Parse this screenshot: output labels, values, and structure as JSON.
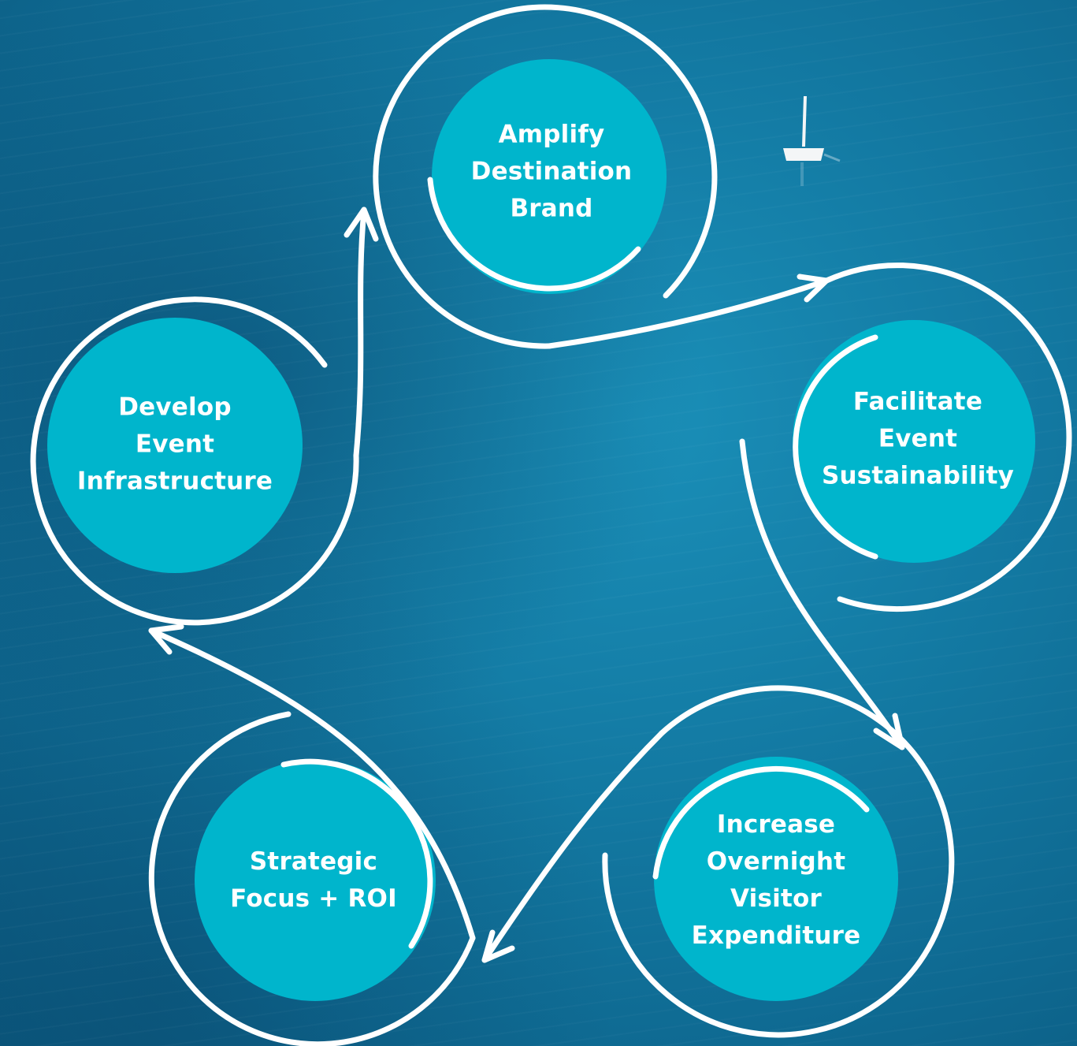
{
  "colors": {
    "ocean": "#137aa3",
    "node_fill": "#00b5cc",
    "stroke": "#ffffff",
    "boat": "#f4f6f7"
  },
  "nodes": [
    {
      "id": "amplify",
      "label": "Amplify\nDestination\nBrand"
    },
    {
      "id": "facilitate",
      "label": "Facilitate\nEvent\nSustainability"
    },
    {
      "id": "increase",
      "label": "Increase\nOvernight\nVisitor\nExpenditure"
    },
    {
      "id": "strategic",
      "label": "Strategic\nFocus + ROI"
    },
    {
      "id": "develop",
      "label": "Develop\nEvent\nInfrastructure"
    }
  ],
  "edges": [
    {
      "from": "amplify",
      "to": "facilitate"
    },
    {
      "from": "facilitate",
      "to": "increase"
    },
    {
      "from": "increase",
      "to": "strategic"
    },
    {
      "from": "strategic",
      "to": "develop"
    },
    {
      "from": "develop",
      "to": "amplify"
    }
  ]
}
